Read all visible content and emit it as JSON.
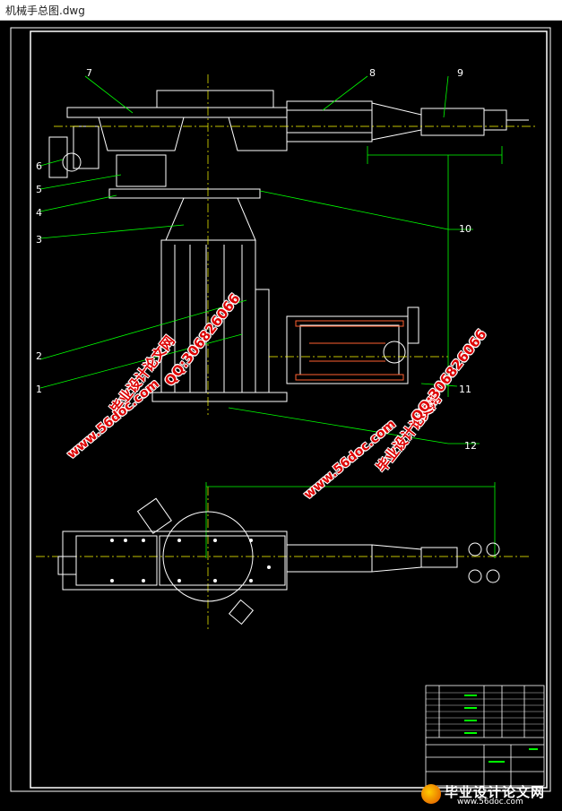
{
  "window": {
    "title": "机械手总图.dwg"
  },
  "callouts": [
    "1",
    "2",
    "3",
    "4",
    "5",
    "6",
    "7",
    "8",
    "9",
    "10",
    "11",
    "12"
  ],
  "watermarks": {
    "title": "毕业设计论文网",
    "site": "www.56doc.com",
    "qq": "QQ:306826066"
  },
  "footer": {
    "brand": "毕业设计论文网",
    "url": "www.56doc.com"
  },
  "colors": {
    "background": "#000000",
    "lines": "#ffffff",
    "dims": "#00ff00",
    "centerline": "#ffff00",
    "watermark": "#dd0000"
  }
}
